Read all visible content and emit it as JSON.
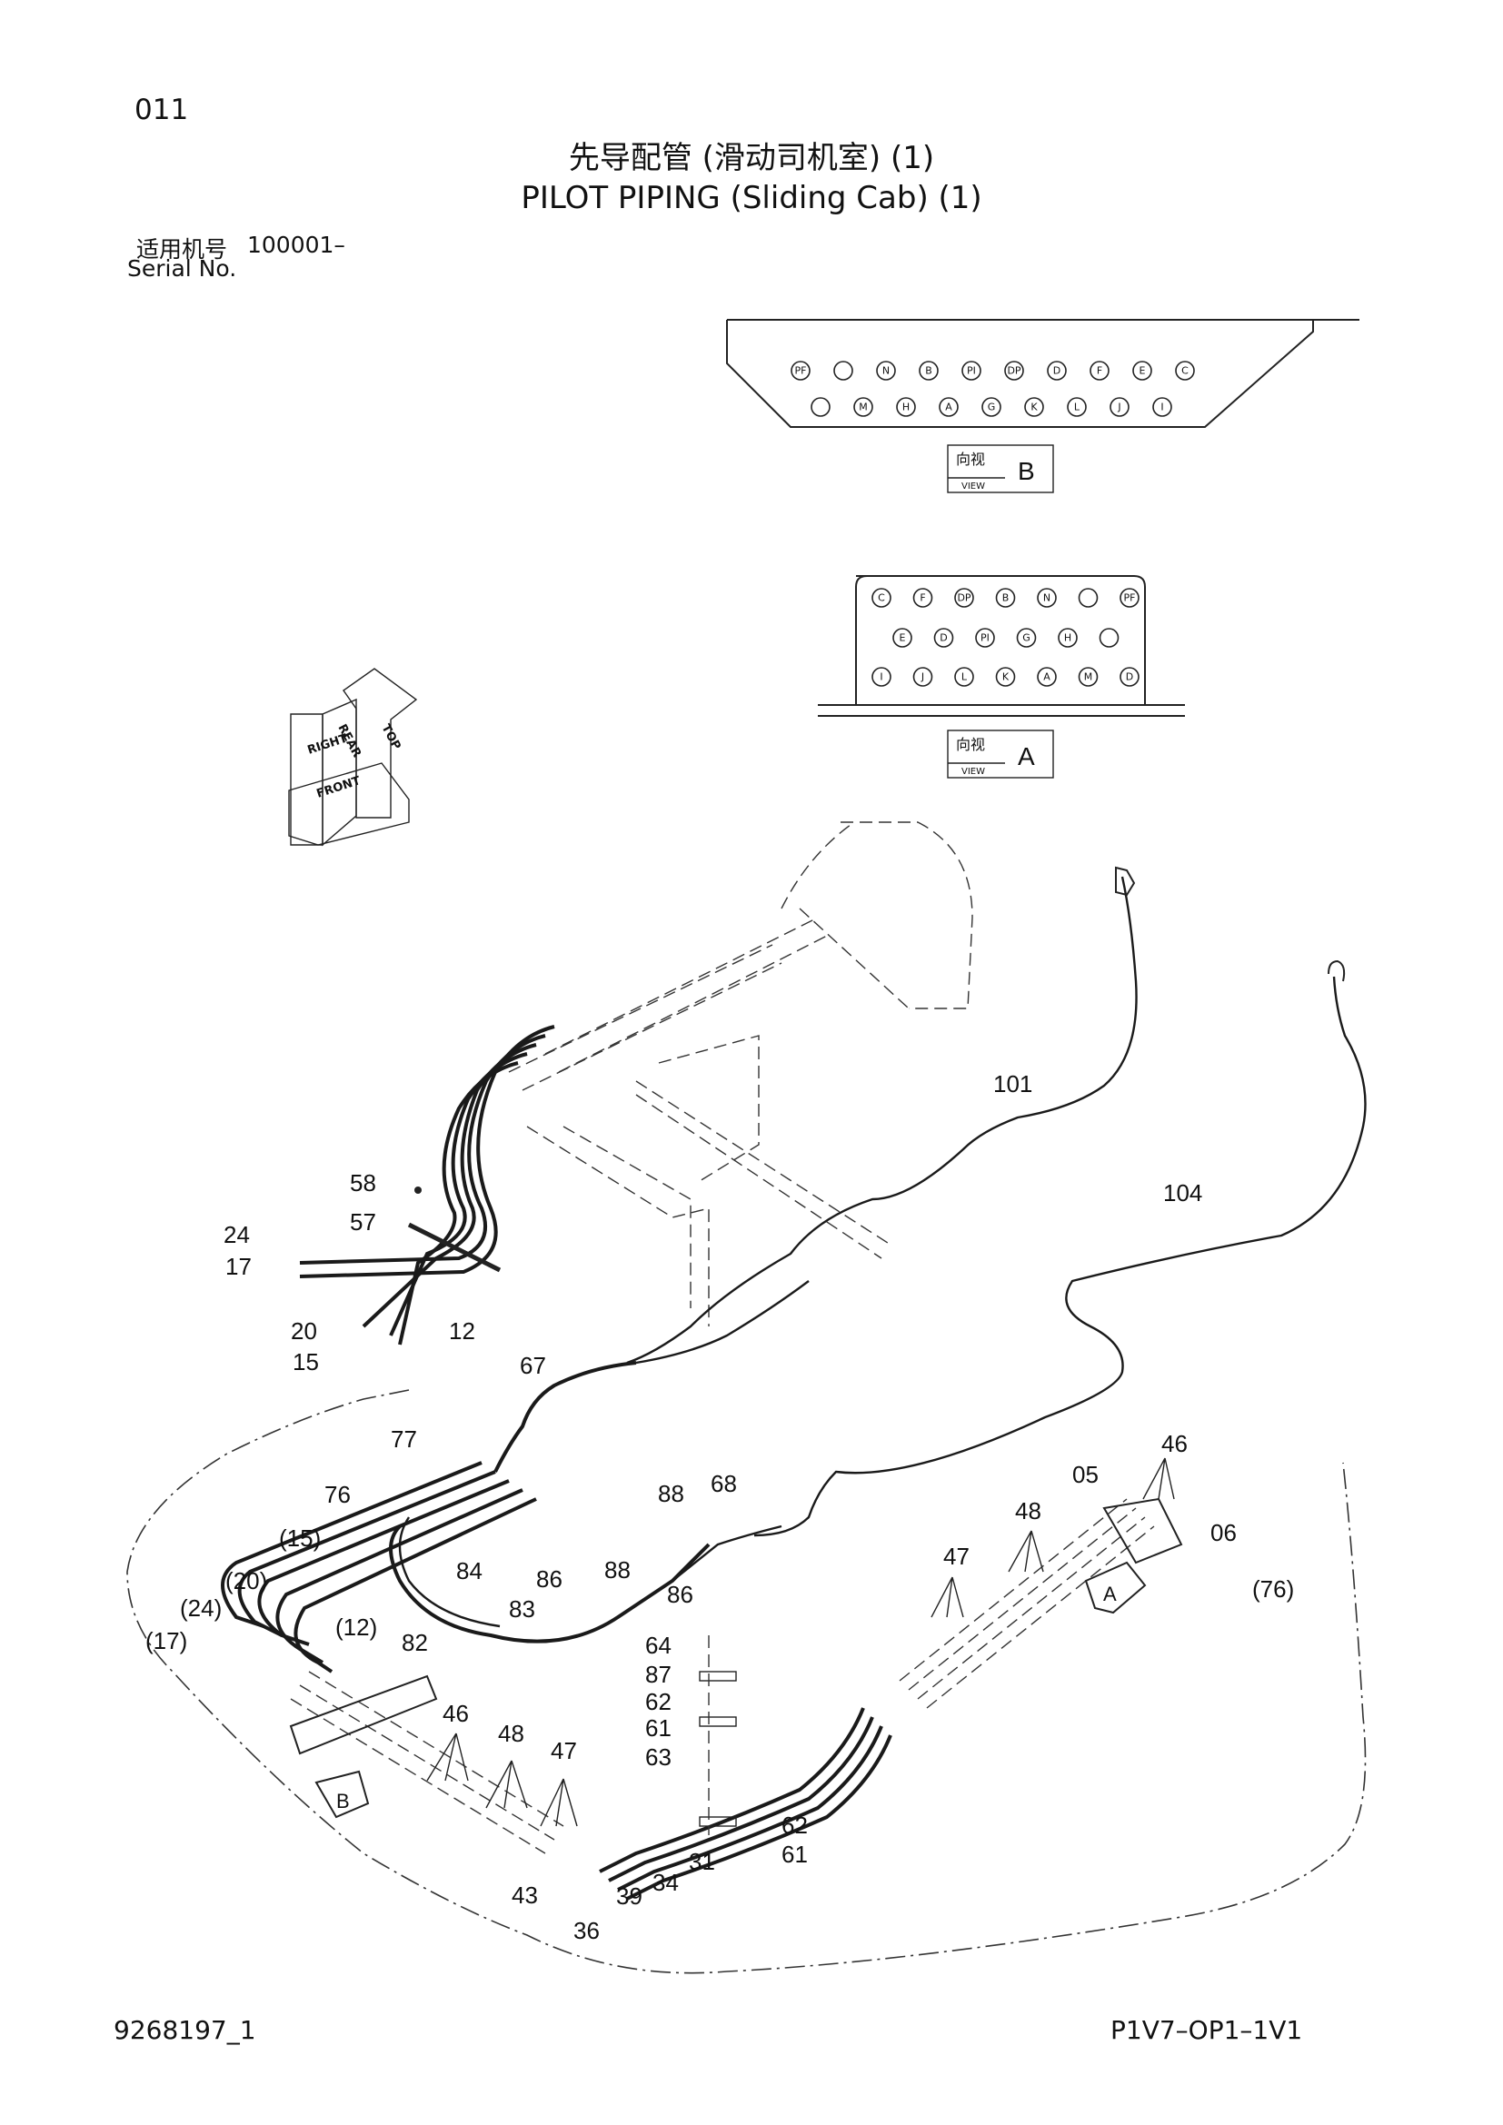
{
  "page_no": "011",
  "title_cn": "先导配管 (滑动司机室) (1)",
  "title_en": "PILOT  PIPING (Sliding Cab) (1)",
  "serial": {
    "label_cn": "适用机号",
    "value": "100001–",
    "label_en": "Serial No."
  },
  "view_b": {
    "label_cn": "向视",
    "label_en": "VIEW",
    "letter": "B",
    "row1": [
      "PF",
      "",
      "N",
      "B",
      "PI",
      "DP",
      "D",
      "F",
      "E",
      "C"
    ],
    "row2": [
      "",
      "M",
      "H",
      "A",
      "G",
      "K",
      "L",
      "J",
      "I"
    ]
  },
  "view_a": {
    "label_cn": "向视",
    "label_en": "VIEW",
    "letter": "A",
    "row1": [
      "C",
      "F",
      "DP",
      "B",
      "N",
      "",
      "PF"
    ],
    "row2": [
      "E",
      "D",
      "PI",
      "G",
      "H",
      ""
    ],
    "row3": [
      "I",
      "J",
      "L",
      "K",
      "A",
      "M",
      "D"
    ]
  },
  "orientation": {
    "top": "TOP",
    "rear": "REAR",
    "right": "RIGHT",
    "front": "FRONT"
  },
  "callouts": [
    "101",
    "104",
    "58",
    "57",
    "24",
    "17",
    "20",
    "15",
    "12",
    "67",
    "77",
    "76",
    "88",
    "68",
    "46",
    "05",
    "06",
    "48",
    "47",
    "(15)",
    "(20)",
    "(24)",
    "(17)",
    "84",
    "83",
    "86",
    "88",
    "86",
    "(12)",
    "82",
    "(76)",
    "64",
    "87",
    "62",
    "61",
    "63",
    "46",
    "48",
    "47",
    "62",
    "61",
    "31",
    "34",
    "39",
    "43",
    "36"
  ],
  "arrows": {
    "a": "A",
    "b": "B"
  },
  "footer_left": "9268197_1",
  "footer_right": "P1V7–OP1–1V1"
}
